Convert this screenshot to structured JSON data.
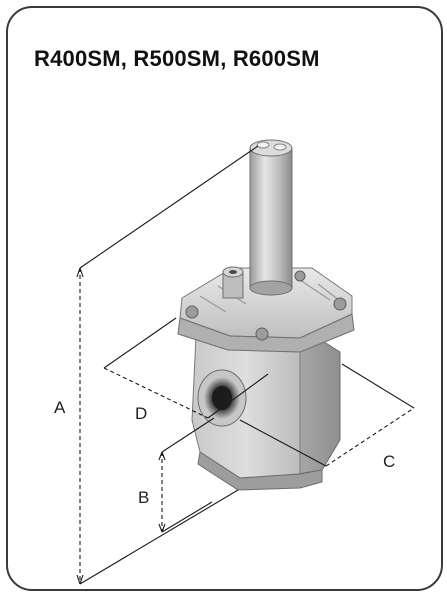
{
  "title": "R400SM, R500SM, R600SM",
  "dimension_labels": {
    "a": "A",
    "b": "B",
    "c": "C",
    "d": "D"
  },
  "colors": {
    "frame": "#3a3a3a",
    "metal_light": "#d8d8d8",
    "metal_mid": "#b3b3b3",
    "metal_dark": "#7d7d7d",
    "dim_line": "#1a1a1a"
  }
}
